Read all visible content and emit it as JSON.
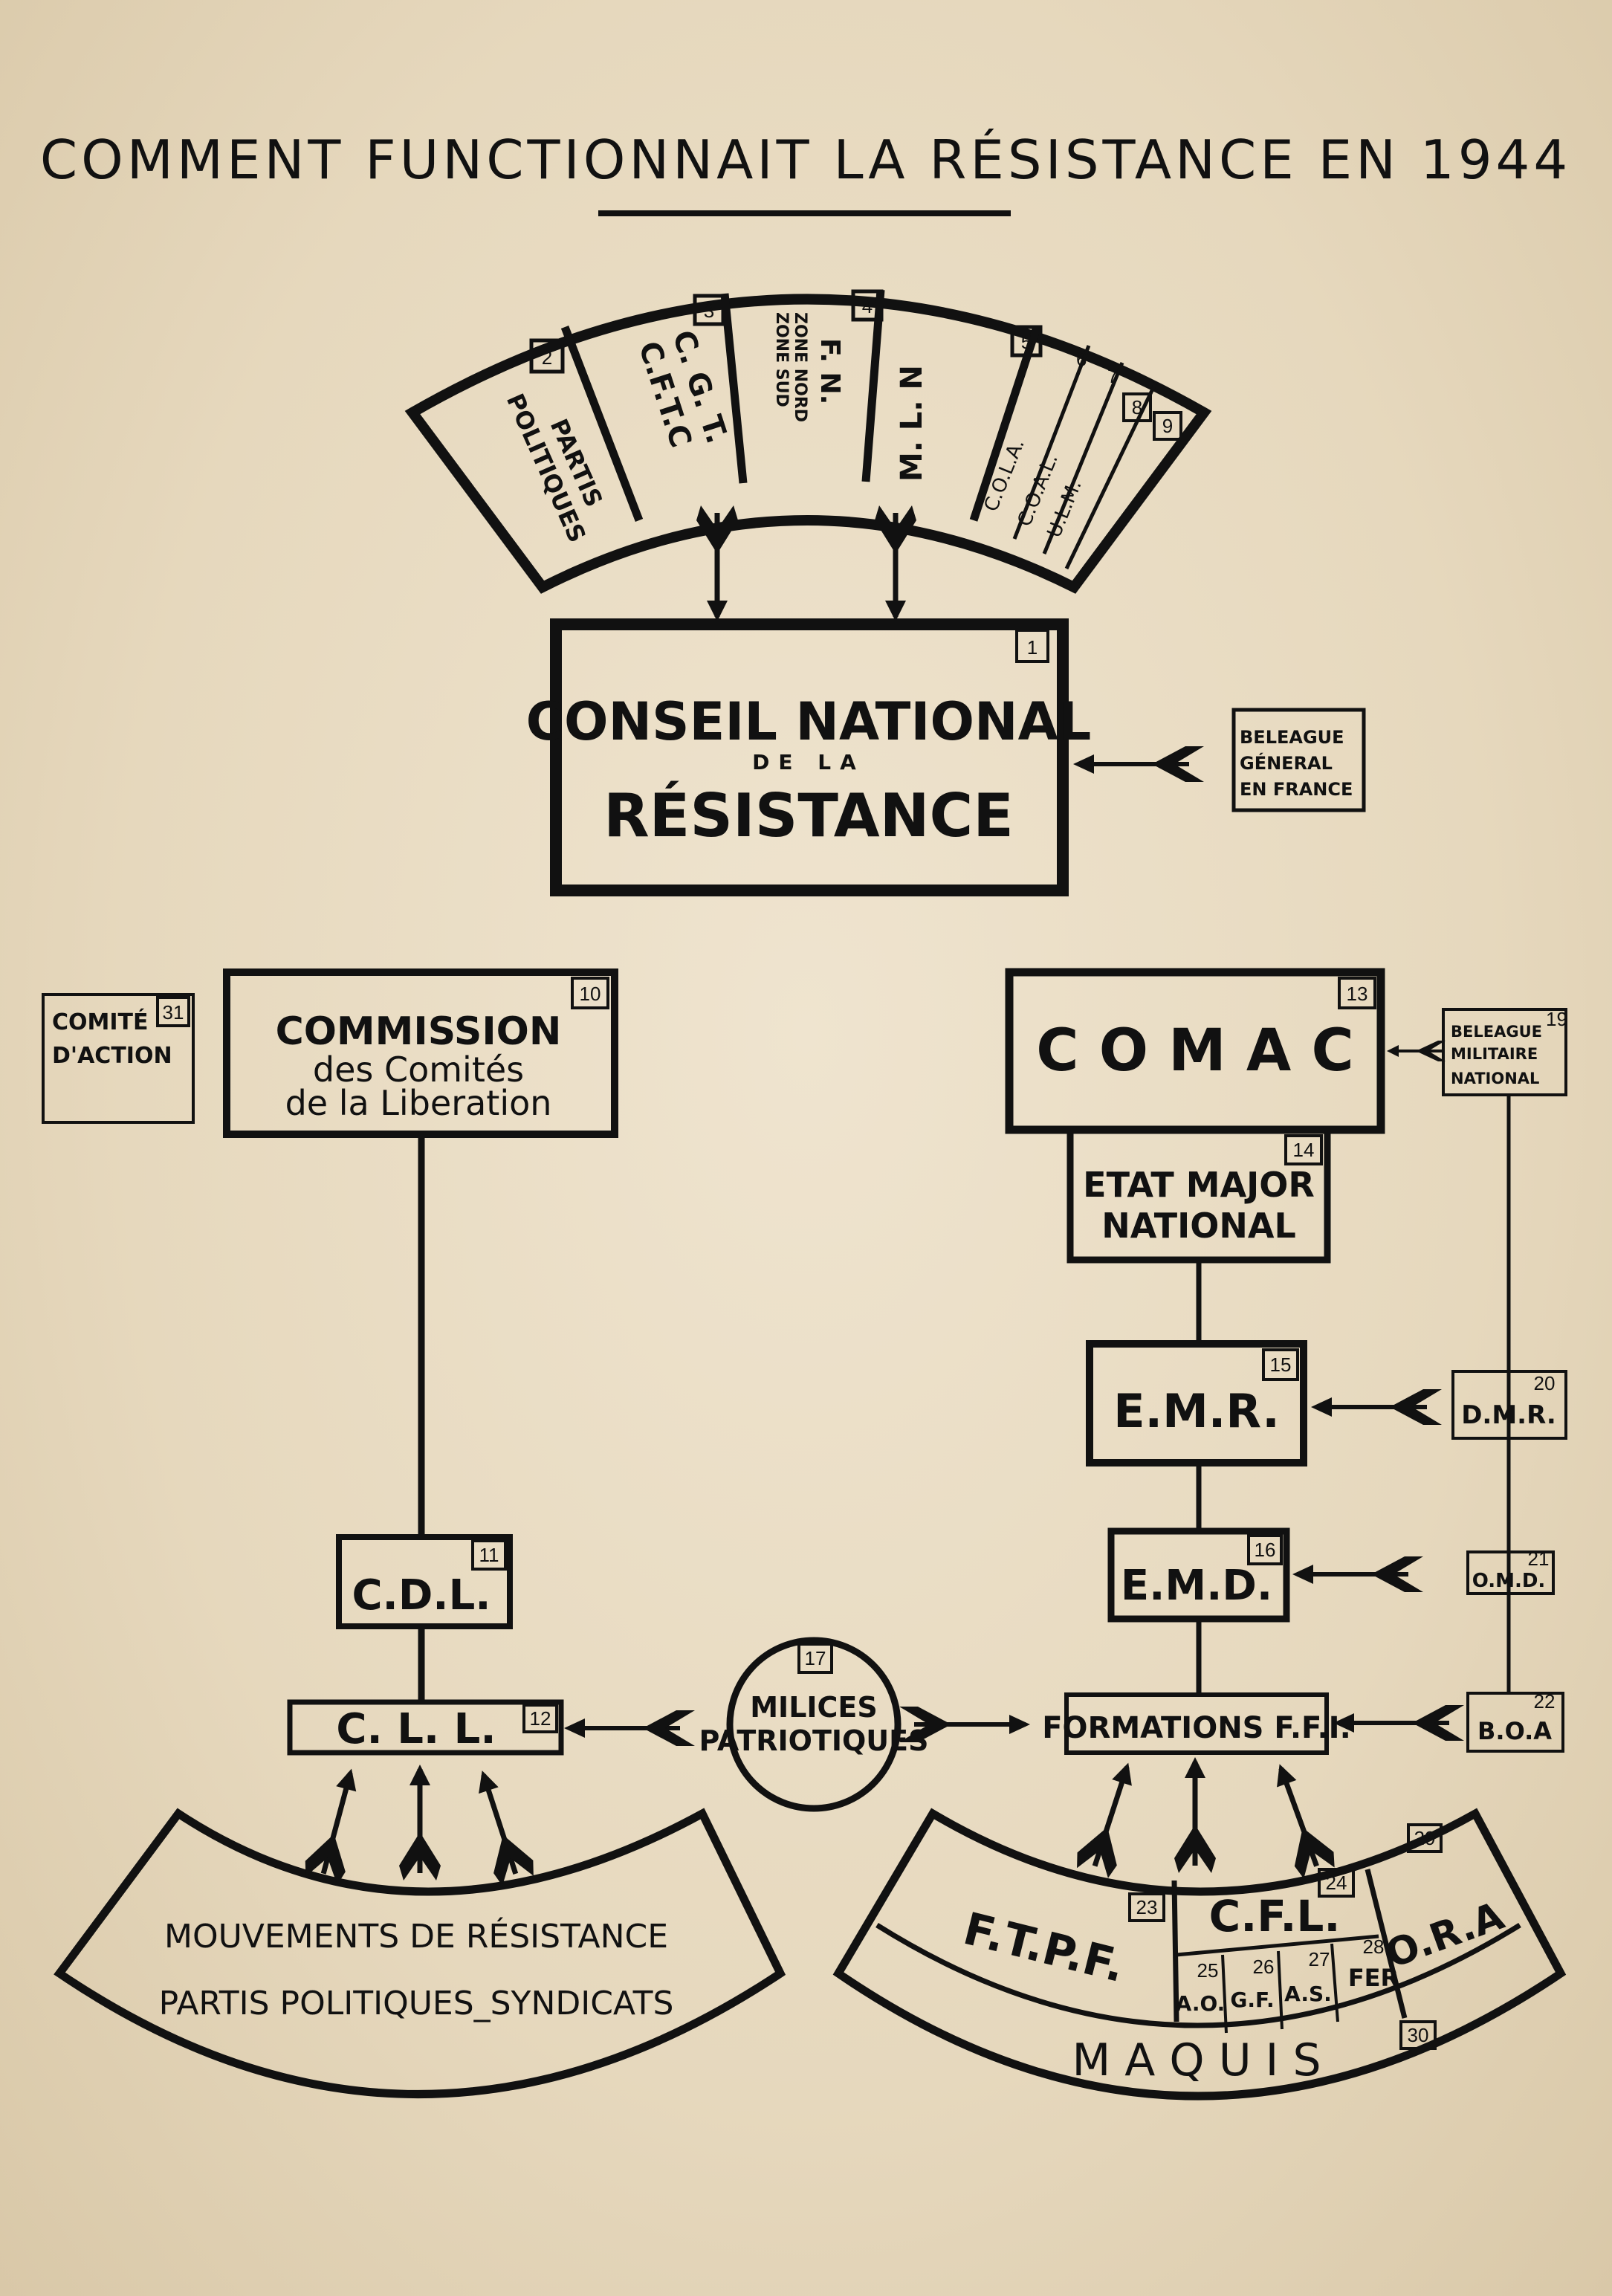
{
  "title": "COMMENT FUNCTIONNAIT LA RÉSISTANCE EN 1944",
  "colors": {
    "paper": "#e9dcc4",
    "ink": "#111111"
  },
  "top_fan": {
    "segments": [
      {
        "num": "2",
        "lines": [
          "PARTIS",
          "POLITIQUES"
        ]
      },
      {
        "num": "3",
        "lines": [
          "C. G. T.",
          "C.F.T.C"
        ]
      },
      {
        "num": "",
        "lines": [
          "F. N.",
          "ZONE NORD",
          "ZONE SUD"
        ]
      },
      {
        "num": "4",
        "lines": [
          "M. L. N"
        ]
      },
      {
        "num": "5",
        "lines": [
          "C.O.L.A.",
          "C.O.A.L.",
          "U.L.M."
        ],
        "subnums": [
          "6",
          "7",
          "8",
          "9"
        ]
      }
    ]
  },
  "cnr": {
    "num": "1",
    "line1": "CONSEIL NATIONAL",
    "line2": "DE LA",
    "line3": "RÉSISTANCE"
  },
  "beleague_general": [
    "BELEAGUE",
    "GÉNERAL",
    "EN FRANCE"
  ],
  "comite_action": {
    "num": "31",
    "line1": "COMITÉ",
    "line2": "D'ACTION"
  },
  "commission": {
    "num": "10",
    "line1": "COMMISSION",
    "line2": "des Comités",
    "line3": "de la Liberation"
  },
  "comac": {
    "num": "13",
    "label": "C O M A C"
  },
  "beleague_militaire": {
    "num": "19",
    "lines": [
      "BELEAGUE",
      "MILITAIRE",
      "NATIONAL"
    ]
  },
  "etat_major": {
    "num": "14",
    "line1": "ETAT MAJOR",
    "line2": "NATIONAL"
  },
  "emr": {
    "num": "15",
    "label": "E.M.R."
  },
  "dmr": {
    "num": "20",
    "label": "D.M.R."
  },
  "emd": {
    "num": "16",
    "label": "E.M.D."
  },
  "omd": {
    "num": "21",
    "label": "O.M.D."
  },
  "cdl": {
    "num": "11",
    "label": "C.D.L."
  },
  "cll": {
    "num": "12",
    "label": "C. L. L."
  },
  "milices": {
    "num": "17",
    "line1": "MILICES",
    "line2": "PATRIOTIQUES"
  },
  "formations": {
    "label": "FORMATIONS F.F.I."
  },
  "boa": {
    "num": "22",
    "label": "B.O.A"
  },
  "bottom_left_fan": {
    "line1": "MOUVEMENTS DE RÉSISTANCE",
    "line2": "PARTIS POLITIQUES_SYNDICATS"
  },
  "bottom_right_fan": {
    "ftpf": {
      "num": "23",
      "label": "F.T.P.F."
    },
    "cfl": {
      "num": "24",
      "label": "C.F.L."
    },
    "ao": {
      "num": "25",
      "label": "A.O."
    },
    "gf": {
      "num": "26",
      "label": "G.F."
    },
    "as": {
      "num": "27",
      "label": "A.S."
    },
    "fer": {
      "num": "28",
      "label": "FER"
    },
    "ora": {
      "num": "29",
      "label": "O.R.A"
    },
    "maquis": {
      "num": "30",
      "label": "M A Q U I S"
    }
  }
}
